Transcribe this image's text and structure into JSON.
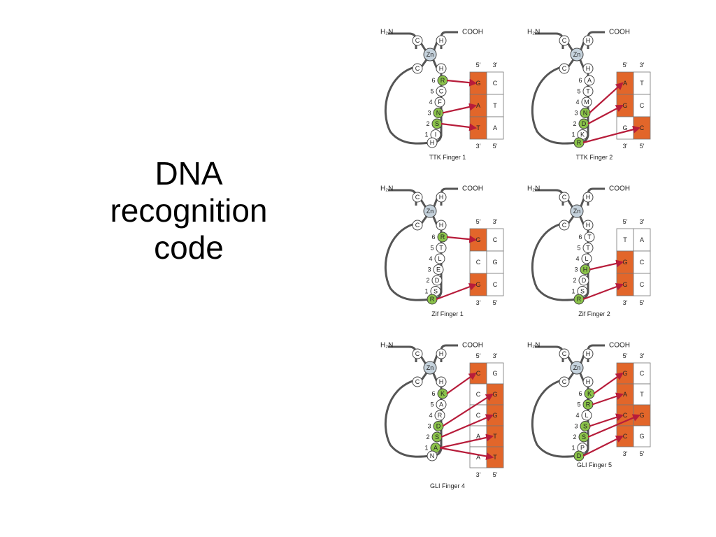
{
  "slide": {
    "title_lines": [
      "DNA",
      "recognition",
      "code"
    ]
  },
  "colors": {
    "orange": "#E2662A",
    "green": "#8BC34A",
    "zinc": "#C5D2DC",
    "arrow": "#B71C3A",
    "line": "#555555"
  },
  "labels": {
    "n_terminus": "H₂N",
    "c_terminus": "COOH",
    "zinc": "Zn",
    "cys": "C",
    "his": "H",
    "five_prime": "5′",
    "three_prime": "3′"
  },
  "fingers": [
    {
      "name": "TTK Finger 1",
      "bottom_residue": "H",
      "positions": [
        {
          "pos": "6",
          "aa": "R",
          "contact": true
        },
        {
          "pos": "5",
          "aa": "C",
          "contact": false
        },
        {
          "pos": "4",
          "aa": "F",
          "contact": false
        },
        {
          "pos": "3",
          "aa": "N",
          "contact": true
        },
        {
          "pos": "2",
          "aa": "S",
          "contact": true
        },
        {
          "pos": "1",
          "aa": "I",
          "contact": false
        }
      ],
      "pairs": [
        {
          "left": "G",
          "right": "C",
          "left_orange": true,
          "right_orange": false
        },
        {
          "left": "A",
          "right": "T",
          "left_orange": true,
          "right_orange": false
        },
        {
          "left": "T",
          "right": "A",
          "left_orange": true,
          "right_orange": false
        }
      ]
    },
    {
      "name": "TTK Finger 2",
      "bottom_residue": "R",
      "positions": [
        {
          "pos": "6",
          "aa": "A",
          "contact": false
        },
        {
          "pos": "5",
          "aa": "T",
          "contact": false
        },
        {
          "pos": "4",
          "aa": "M",
          "contact": false
        },
        {
          "pos": "3",
          "aa": "N",
          "contact": true
        },
        {
          "pos": "2",
          "aa": "D",
          "contact": true
        },
        {
          "pos": "1",
          "aa": "K",
          "contact": false
        }
      ],
      "pairs": [
        {
          "left": "A",
          "right": "T",
          "left_orange": true,
          "right_orange": false
        },
        {
          "left": "G",
          "right": "C",
          "left_orange": true,
          "right_orange": false
        },
        {
          "left": "G",
          "right": "C",
          "left_orange": false,
          "right_orange": true
        }
      ]
    },
    {
      "name": "Zif Finger 1",
      "bottom_residue": "R",
      "positions": [
        {
          "pos": "6",
          "aa": "R",
          "contact": true
        },
        {
          "pos": "5",
          "aa": "T",
          "contact": false
        },
        {
          "pos": "4",
          "aa": "L",
          "contact": false
        },
        {
          "pos": "3",
          "aa": "E",
          "contact": false
        },
        {
          "pos": "2",
          "aa": "D",
          "contact": false
        },
        {
          "pos": "1",
          "aa": "S",
          "contact": false
        }
      ],
      "pairs": [
        {
          "left": "G",
          "right": "C",
          "left_orange": true,
          "right_orange": false
        },
        {
          "left": "C",
          "right": "G",
          "left_orange": false,
          "right_orange": false
        },
        {
          "left": "G",
          "right": "C",
          "left_orange": true,
          "right_orange": false
        }
      ]
    },
    {
      "name": "Zif Finger 2",
      "bottom_residue": "R",
      "positions": [
        {
          "pos": "6",
          "aa": "T",
          "contact": false
        },
        {
          "pos": "5",
          "aa": "T",
          "contact": false
        },
        {
          "pos": "4",
          "aa": "L",
          "contact": false
        },
        {
          "pos": "3",
          "aa": "H",
          "contact": true
        },
        {
          "pos": "2",
          "aa": "D",
          "contact": false
        },
        {
          "pos": "1",
          "aa": "S",
          "contact": false
        }
      ],
      "pairs": [
        {
          "left": "T",
          "right": "A",
          "left_orange": false,
          "right_orange": false
        },
        {
          "left": "G",
          "right": "C",
          "left_orange": true,
          "right_orange": false
        },
        {
          "left": "G",
          "right": "C",
          "left_orange": true,
          "right_orange": false
        }
      ]
    },
    {
      "name": "GLI Finger 4",
      "bottom_residue": "N",
      "positions": [
        {
          "pos": "6",
          "aa": "K",
          "contact": true
        },
        {
          "pos": "5",
          "aa": "A",
          "contact": false
        },
        {
          "pos": "4",
          "aa": "R",
          "contact": false
        },
        {
          "pos": "3",
          "aa": "D",
          "contact": true
        },
        {
          "pos": "2",
          "aa": "S",
          "contact": true
        },
        {
          "pos": "1",
          "aa": "A",
          "contact": true
        }
      ],
      "pairs": [
        {
          "left": "C",
          "right": "G",
          "left_orange": true,
          "right_orange": false
        },
        {
          "left": "C",
          "right": "G",
          "left_orange": false,
          "right_orange": true
        },
        {
          "left": "C",
          "right": "G",
          "left_orange": false,
          "right_orange": true
        },
        {
          "left": "A",
          "right": "T",
          "left_orange": false,
          "right_orange": true
        },
        {
          "left": "A",
          "right": "T",
          "left_orange": false,
          "right_orange": true
        }
      ]
    },
    {
      "name": "GLI Finger 5",
      "bottom_residue": "D",
      "positions": [
        {
          "pos": "6",
          "aa": "K",
          "contact": true
        },
        {
          "pos": "5",
          "aa": "R",
          "contact": true
        },
        {
          "pos": "4",
          "aa": "L",
          "contact": false
        },
        {
          "pos": "3",
          "aa": "S",
          "contact": true
        },
        {
          "pos": "2",
          "aa": "S",
          "contact": true
        },
        {
          "pos": "1",
          "aa": "P",
          "contact": false
        }
      ],
      "pairs": [
        {
          "left": "G",
          "right": "C",
          "left_orange": true,
          "right_orange": false
        },
        {
          "left": "A",
          "right": "T",
          "left_orange": true,
          "right_orange": false
        },
        {
          "left": "C",
          "right": "G",
          "left_orange": true,
          "right_orange": true
        },
        {
          "left": "C",
          "right": "G",
          "left_orange": true,
          "right_orange": false
        }
      ]
    }
  ]
}
